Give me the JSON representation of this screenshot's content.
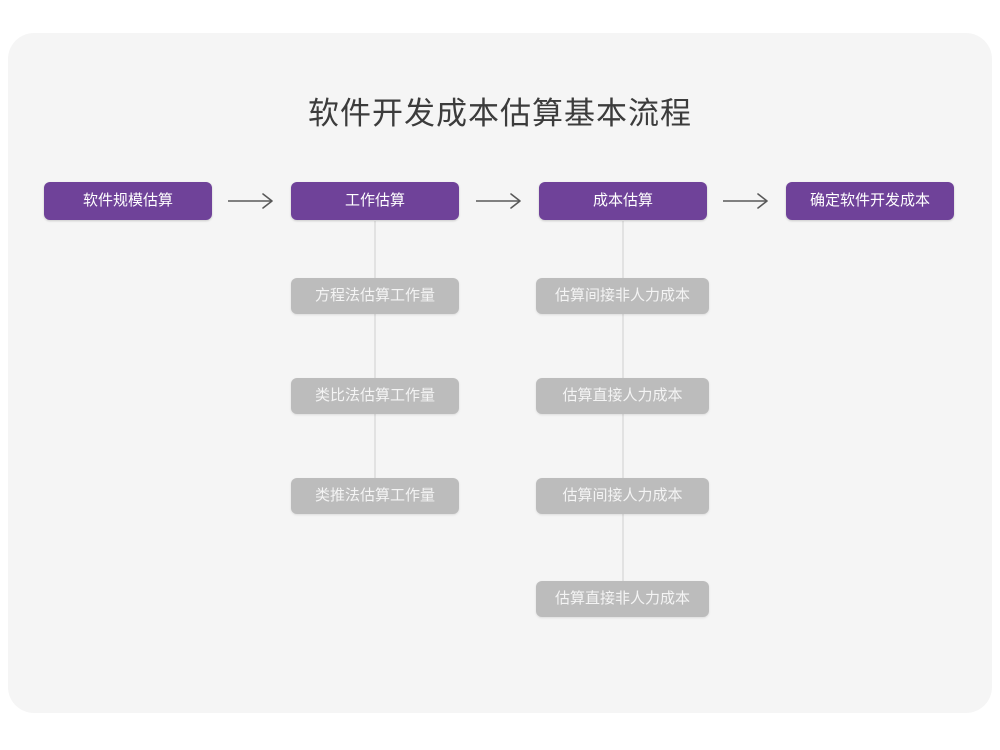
{
  "diagram": {
    "title": "软件开发成本估算基本流程",
    "type": "flowchart",
    "colors": {
      "page_background": "#ffffff",
      "card_background": "#f5f5f5",
      "primary_node": "#6f4299",
      "primary_node_text": "#ffffff",
      "secondary_node": "#bcbcbc",
      "secondary_node_text": "#f4f4f4",
      "connector": "#e2e2e2",
      "arrow": "#595959",
      "title_text": "#3c3c3c"
    },
    "main_flow": [
      {
        "id": "step-1",
        "label": "软件规模估算"
      },
      {
        "id": "step-2",
        "label": "工作估算"
      },
      {
        "id": "step-3",
        "label": "成本估算"
      },
      {
        "id": "step-4",
        "label": "确定软件开发成本"
      }
    ],
    "arrows": [
      {
        "id": "arrow-1",
        "from": "step-1",
        "to": "step-2",
        "glyph": "→"
      },
      {
        "id": "arrow-2",
        "from": "step-2",
        "to": "step-3",
        "glyph": "→"
      },
      {
        "id": "arrow-3",
        "from": "step-3",
        "to": "step-4",
        "glyph": "→"
      }
    ],
    "branches": [
      {
        "id": "branch-work-estimation",
        "parent": "step-2",
        "parent_label": "工作估算",
        "children": [
          {
            "id": "work-1",
            "label": "方程法估算工作量"
          },
          {
            "id": "work-2",
            "label": "类比法估算工作量"
          },
          {
            "id": "work-3",
            "label": "类推法估算工作量"
          }
        ]
      },
      {
        "id": "branch-cost-estimation",
        "parent": "step-3",
        "parent_label": "成本估算",
        "children": [
          {
            "id": "cost-1",
            "label": "估算间接非人力成本"
          },
          {
            "id": "cost-2",
            "label": "估算直接人力成本"
          },
          {
            "id": "cost-3",
            "label": "估算间接人力成本"
          },
          {
            "id": "cost-4",
            "label": "估算直接非人力成本"
          }
        ]
      }
    ]
  }
}
